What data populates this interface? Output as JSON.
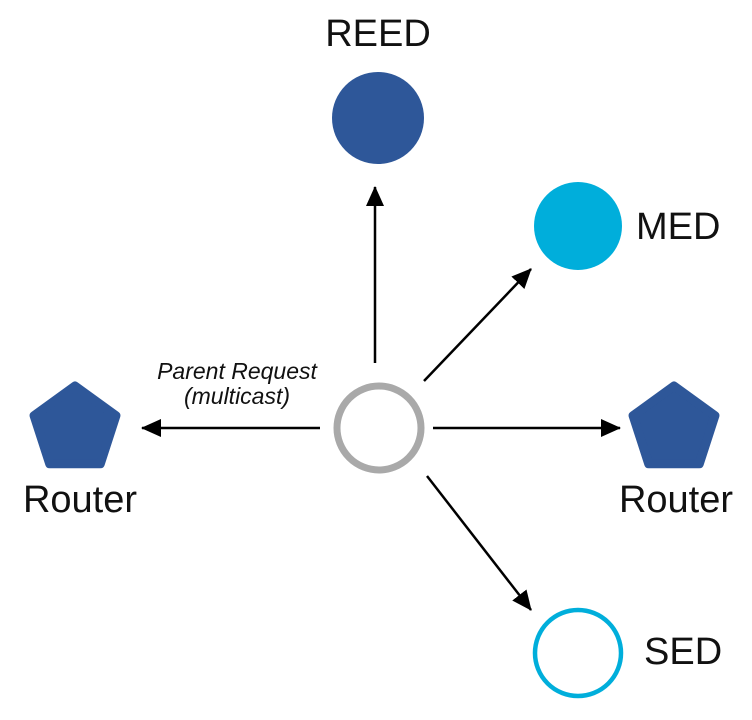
{
  "diagram": {
    "annotation": {
      "line1": "Parent Request",
      "line2": "(multicast)"
    },
    "nodes": {
      "reed": {
        "label": "REED",
        "shape": "filled-circle"
      },
      "med": {
        "label": "MED",
        "shape": "filled-circle"
      },
      "sed": {
        "label": "SED",
        "shape": "outlined-circle"
      },
      "router_left": {
        "label": "Router",
        "shape": "filled-pentagon"
      },
      "router_right": {
        "label": "Router",
        "shape": "filled-pentagon"
      },
      "center": {
        "shape": "outlined-circle"
      }
    },
    "colors": {
      "node_blue": "#2E5799",
      "node_cyan": "#00AEDB",
      "center_ring_gray": "#A9A9A9",
      "sed_ring_cyan": "#00AEDB",
      "arrow": "#000000",
      "label_text": "#111111",
      "background": "#FFFFFF"
    }
  }
}
